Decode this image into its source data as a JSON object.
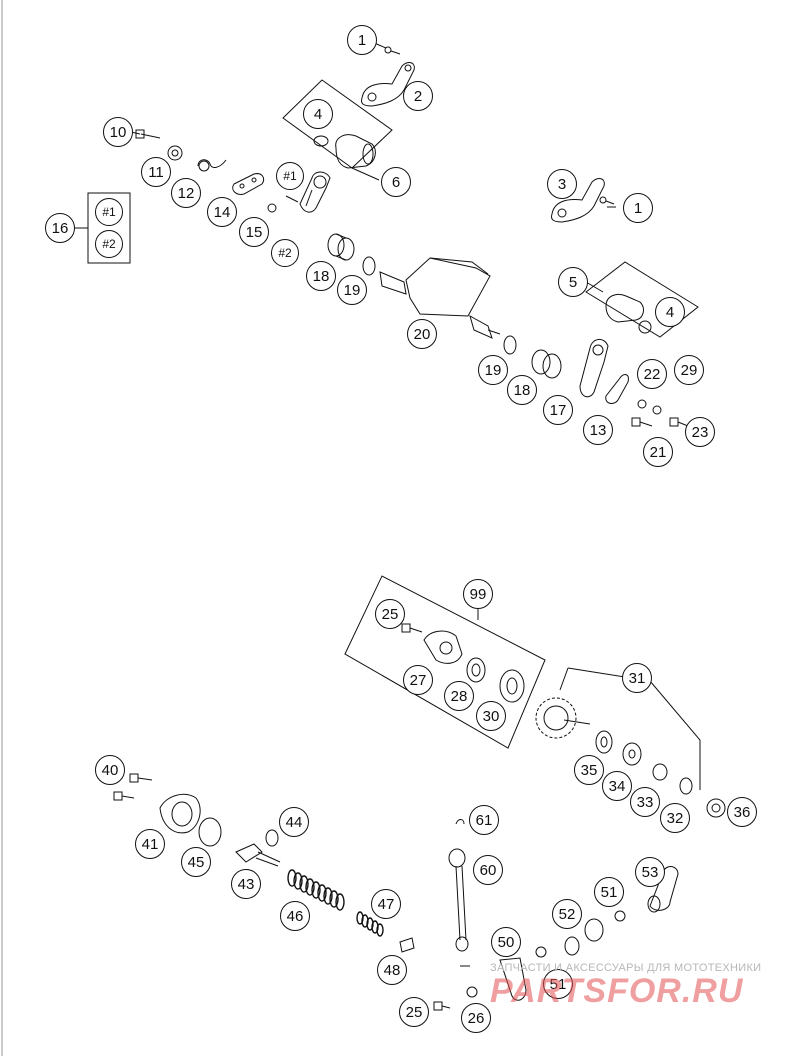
{
  "labels": {
    "p1a": "1",
    "p2": "2",
    "p4a": "4",
    "p6": "6",
    "p3": "3",
    "p1b": "1",
    "p10": "10",
    "p11": "11",
    "p12": "12",
    "p14": "14",
    "p15": "15",
    "h1a": "#1",
    "h2a": "#2",
    "h1b": "#1",
    "h2b": "#2",
    "p16": "16",
    "p18a": "18",
    "p19a": "19",
    "p20": "20",
    "p5": "5",
    "p4b": "4",
    "p19b": "19",
    "p18b": "18",
    "p17": "17",
    "p22": "22",
    "p29": "29",
    "p13": "13",
    "p21": "21",
    "p23": "23",
    "p99": "99",
    "p25a": "25",
    "p27": "27",
    "p28": "28",
    "p30": "30",
    "p31": "31",
    "p35": "35",
    "p34": "34",
    "p33": "33",
    "p32": "32",
    "p36": "36",
    "p40": "40",
    "p41": "41",
    "p45": "45",
    "p44": "44",
    "p43": "43",
    "p46": "46",
    "p47": "47",
    "p48": "48",
    "p61": "61",
    "p60": "60",
    "p50": "50",
    "p51a": "51",
    "p51b": "51",
    "p52": "52",
    "p53": "53",
    "p25b": "25",
    "p26": "26"
  },
  "watermark": {
    "caption": "ЗАПЧАСТИ И АКСЕССУАРЫ ДЛЯ МОТОТЕХНИКИ",
    "logo": "PARTSFOR.RU"
  },
  "colors": {
    "line": "#111111",
    "watermark": "#e05050"
  }
}
